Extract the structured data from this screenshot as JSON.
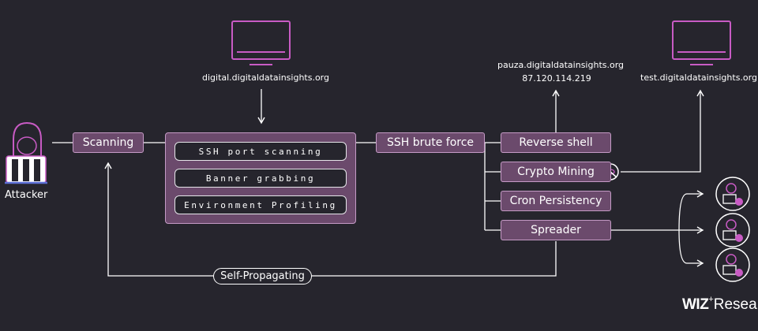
{
  "nodes": {
    "attacker": "Attacker",
    "scanning": "Scanning",
    "ssh_brute_force": "SSH brute force",
    "self_propagating": "Self-Propagating"
  },
  "scan_steps": [
    "SSH port scanning",
    "Banner grabbing",
    "Environment Profiling"
  ],
  "payloads": [
    "Reverse shell",
    "Crypto Mining",
    "Cron Persistency",
    "Spreader"
  ],
  "hosts": {
    "scan_server": "digital.digitaldatainsights.org",
    "reverse_shell_domain": "pauza.digitaldatainsights.org",
    "reverse_shell_ip": "87.120.114.219",
    "mining_server": "test.digitaldatainsights.org"
  },
  "logo": {
    "brand": "WIZ",
    "plus": "+",
    "suffix": "Resea"
  },
  "colors": {
    "background": "#26252d",
    "box_fill": "#6b4a6c",
    "box_border": "#c59bc6",
    "line": "#ffffff",
    "accent_pink": "#c85bc4"
  },
  "icons": [
    "hacker-icon",
    "monitor-icon",
    "no-sign-icon",
    "infected-host-icon"
  ]
}
